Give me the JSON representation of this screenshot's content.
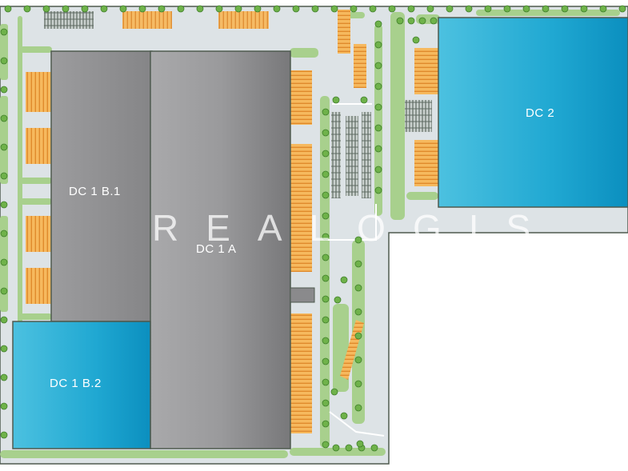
{
  "buildings": {
    "dc2": "DC 2",
    "dc1b1": "DC 1 B.1",
    "dc1a": "DC 1 A",
    "dc1b2": "DC 1 B.2"
  },
  "watermark": "REALOGIS",
  "colors": {
    "site_ground": "#dde3e6",
    "green_strip": "#a8d08d",
    "loading_dock": "#f2a84c",
    "warehouse_grey": "#8f8f91",
    "warehouse_blue": "#1fa8d2",
    "outline": "#4e5a4f"
  },
  "icons": [
    "tree-icon",
    "parking-icon",
    "loading-dock-icon"
  ]
}
